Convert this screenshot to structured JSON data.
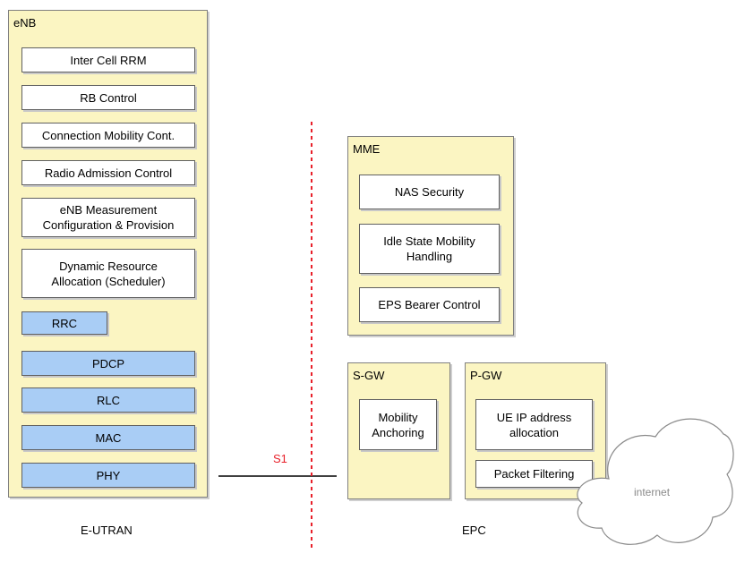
{
  "enb": {
    "title": "eNB",
    "functions": [
      "Inter Cell RRM",
      "RB Control",
      "Connection Mobility Cont.",
      "Radio Admission Control",
      "eNB Measurement\nConfiguration & Provision",
      "Dynamic Resource\nAllocation (Scheduler)"
    ],
    "layers": [
      "RRC",
      "PDCP",
      "RLC",
      "MAC",
      "PHY"
    ]
  },
  "mme": {
    "title": "MME",
    "functions": [
      "NAS Security",
      "Idle State Mobility\nHandling",
      "EPS Bearer Control"
    ]
  },
  "sgw": {
    "title": "S-GW",
    "functions": [
      "Mobility\nAnchoring"
    ]
  },
  "pgw": {
    "title": "P-GW",
    "functions": [
      "UE IP address\nallocation",
      "Packet Filtering"
    ]
  },
  "interface_label": "S1",
  "internet_label": "internet",
  "section_labels": {
    "left": "E-UTRAN",
    "right": "EPC"
  },
  "colors": {
    "panel": "#fbf5c2",
    "protocol_layer": "#a9cdf5",
    "divider": "#e8202a"
  }
}
